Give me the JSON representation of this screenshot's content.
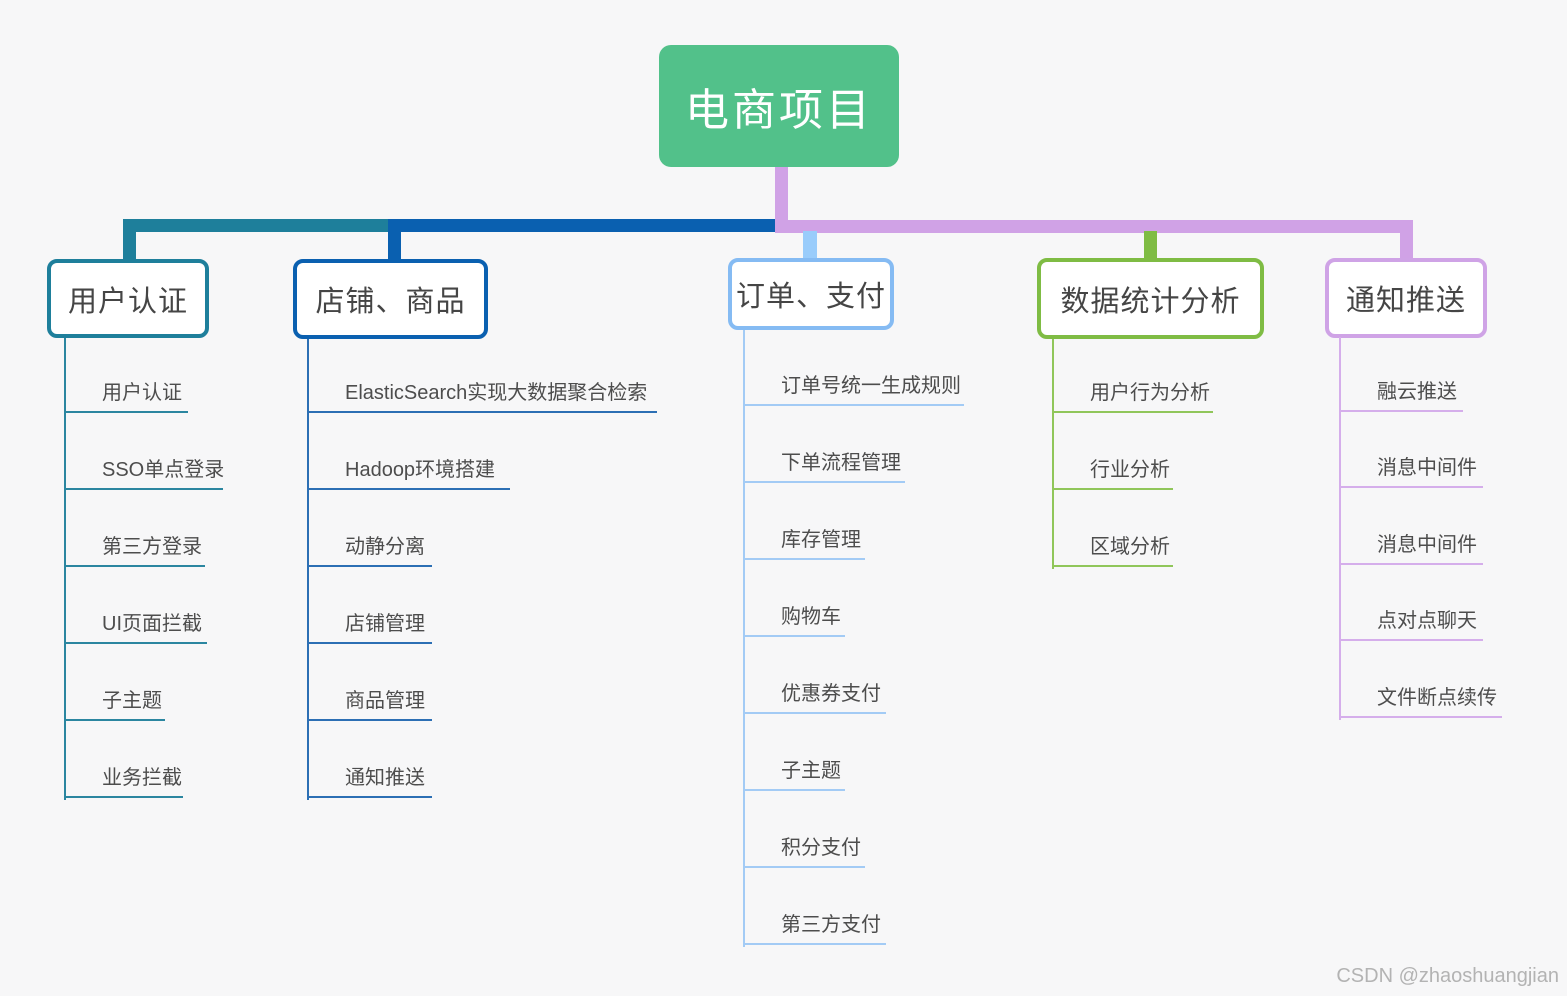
{
  "page": {
    "background_color": "#f7f7f8",
    "watermark": "CSDN @zhaoshuangjian"
  },
  "root": {
    "label": "电商项目",
    "fill_color": "#52c18a",
    "text_color": "#ffffff",
    "trunk_stub_color": "#d0a2e6"
  },
  "trunk_colors": {
    "left_teal": "#1e7f9b",
    "left_blue": "#0a60b0",
    "right_purple": "#d0a2e6",
    "drop_light_blue": "#99ccfb",
    "drop_green": "#7fbc44"
  },
  "branches": [
    {
      "label": "用户认证",
      "border_color": "#1e7f9b",
      "line_color": "#2b86a0",
      "children": [
        "用户认证",
        "SSO单点登录",
        "第三方登录",
        "UI页面拦截",
        "子主题",
        "业务拦截"
      ]
    },
    {
      "label": "店铺、商品",
      "border_color": "#0a60b0",
      "line_color": "#2c6fb4",
      "children": [
        "ElasticSearch实现大数据聚合检索",
        "Hadoop环境搭建",
        "动静分离",
        "店铺管理",
        "商品管理",
        "通知推送"
      ]
    },
    {
      "label": "订单、支付",
      "border_color": "#85bbf3",
      "line_color": "#a3cbf5",
      "children": [
        "订单号统一生成规则",
        "下单流程管理",
        "库存管理",
        "购物车",
        "优惠券支付",
        "子主题",
        "积分支付",
        "第三方支付"
      ]
    },
    {
      "label": "数据统计分析",
      "border_color": "#7fbc44",
      "line_color": "#90c65a",
      "children": [
        "用户行为分析",
        "行业分析",
        "区域分析"
      ]
    },
    {
      "label": "通知推送",
      "border_color": "#cfa3e6",
      "line_color": "#d5aeeb",
      "children": [
        "融云推送",
        "消息中间件",
        "消息中间件",
        "点对点聊天",
        "文件断点续传"
      ]
    }
  ]
}
